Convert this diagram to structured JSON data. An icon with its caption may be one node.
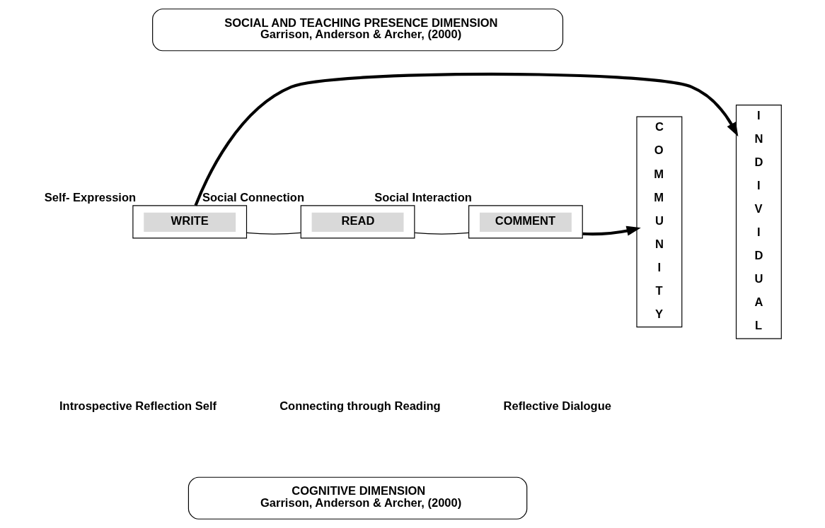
{
  "diagram": {
    "nodes": [
      {
        "text": [
          "SOCIAL AND TEACHING PRESENCE DIMENSION",
          "Garrison, Anderson & Archer, (2000)"
        ]
      },
      {
        "text": [
          "INDIVIDUAL"
        ]
      },
      {
        "text": [
          "WRITE"
        ],
        "beside": [
          "Self- Expression"
        ]
      },
      {
        "text": [
          "READ"
        ],
        "beside": [
          "Social Connection"
        ]
      },
      {
        "text": [
          "COMMENT"
        ],
        "beside": [
          "Social Interaction"
        ]
      },
      {
        "text": [
          "COMMUNITY"
        ]
      },
      {
        "text": [
          "COGNITIVE DIMENSION",
          "Garrison, Anderson & Archer, (2000)"
        ]
      }
    ],
    "edges": [
      {
        "from": 2,
        "to": 1,
        "arrow": "to",
        "style": "thick"
      },
      {
        "from": 2,
        "to": 3,
        "arrow": "none"
      },
      {
        "from": 3,
        "to": 4,
        "arrow": "none"
      },
      {
        "from": 4,
        "to": 5,
        "arrow": "to",
        "style": "thick"
      }
    ],
    "labels": [
      "Introspective Reflection Self",
      "Connecting through Reading",
      "Reflective Dialogue"
    ]
  }
}
